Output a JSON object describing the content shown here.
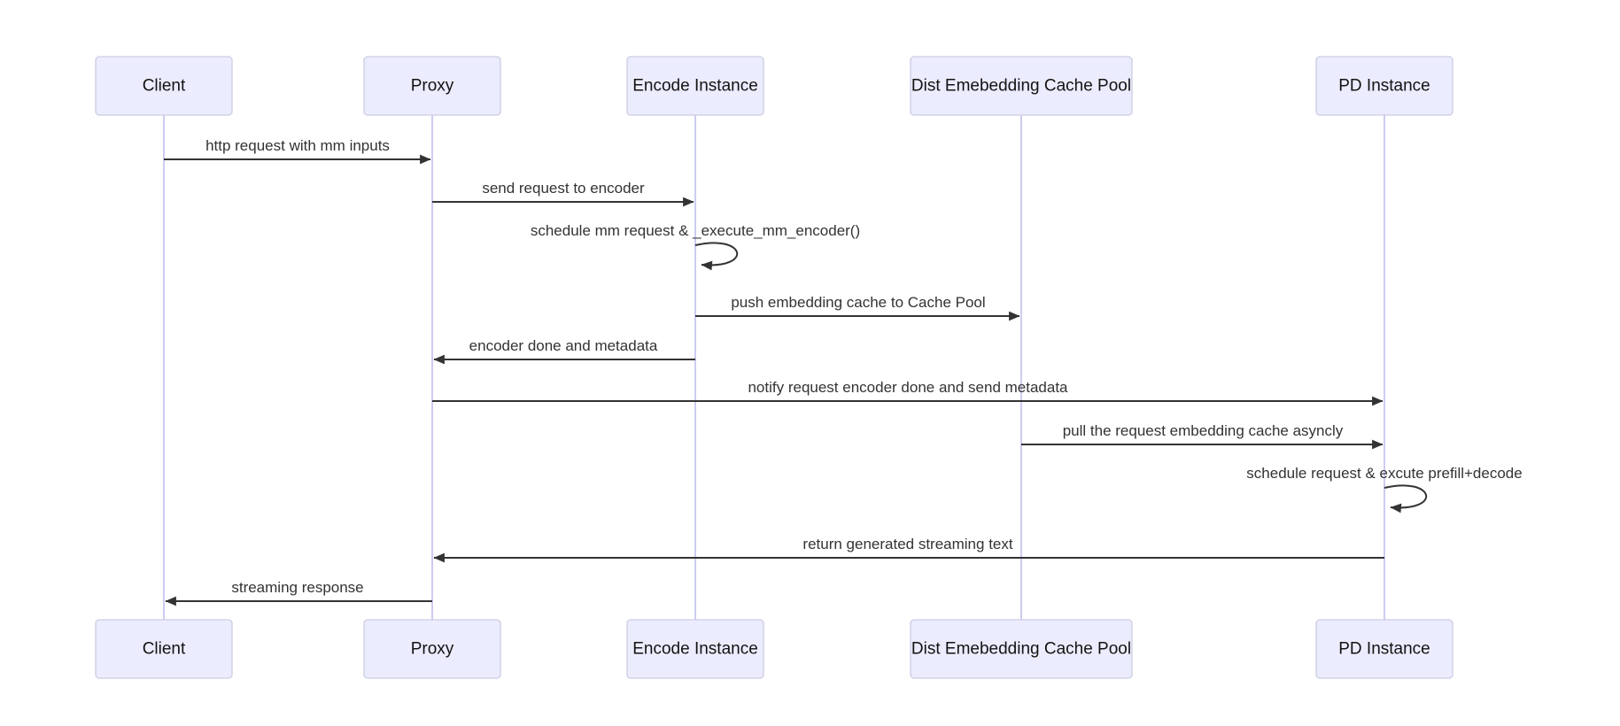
{
  "diagram": {
    "type": "sequence-diagram",
    "background_color": "#ffffff",
    "colors": {
      "actor_fill": "#ECECFF",
      "actor_border": "#CCCCE3",
      "lifeline": "#CCCCF2",
      "message_line": "#333333",
      "message_text": "#333333",
      "actor_text": "#131313"
    },
    "participants": [
      {
        "id": "client",
        "label": "Client"
      },
      {
        "id": "proxy",
        "label": "Proxy"
      },
      {
        "id": "encode",
        "label": "Encode Instance"
      },
      {
        "id": "cachepool",
        "label": "Dist Emebedding Cache Pool"
      },
      {
        "id": "pd",
        "label": "PD Instance"
      }
    ],
    "messages": [
      {
        "from": "Client",
        "to": "Proxy",
        "type": "solid-arrow",
        "label": "http request with mm inputs"
      },
      {
        "from": "Proxy",
        "to": "Encode Instance",
        "type": "solid-arrow",
        "label": "send request to encoder"
      },
      {
        "from": "Encode Instance",
        "to": "Encode Instance",
        "type": "self-loop",
        "label": "schedule mm request & _execute_mm_encoder()"
      },
      {
        "from": "Encode Instance",
        "to": "Dist Emebedding Cache Pool",
        "type": "solid-arrow",
        "label": "push embedding cache to Cache Pool"
      },
      {
        "from": "Encode Instance",
        "to": "Proxy",
        "type": "solid-arrow",
        "label": "encoder done and metadata"
      },
      {
        "from": "Proxy",
        "to": "PD Instance",
        "type": "solid-arrow",
        "label": "notify request encoder done and send metadata"
      },
      {
        "from": "Dist Emebedding Cache Pool",
        "to": "PD Instance",
        "type": "solid-arrow",
        "label": "pull the request embedding cache asyncly"
      },
      {
        "from": "PD Instance",
        "to": "PD Instance",
        "type": "self-loop",
        "label": "schedule request & excute prefill+decode"
      },
      {
        "from": "PD Instance",
        "to": "Proxy",
        "type": "solid-arrow",
        "label": "return generated streaming text"
      },
      {
        "from": "Proxy",
        "to": "Client",
        "type": "solid-arrow",
        "label": "streaming response"
      }
    ]
  }
}
